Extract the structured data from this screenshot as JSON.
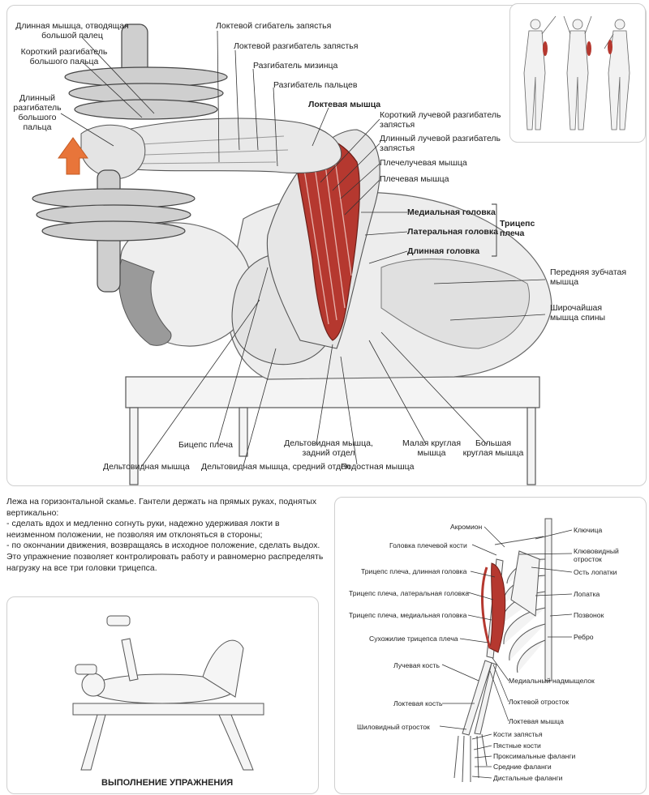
{
  "main_labels": {
    "extensor_pollicis_brevis_abductor": "Длинная мышца, отводящая большой палец",
    "extensor_pollicis_brevis": "Короткий разгибатель большого пальца",
    "extensor_pollicis_longus": "Длинный разгибатель большого пальца",
    "flexor_carpi_ulnaris": "Локтевой сгибатель запястья",
    "extensor_carpi_ulnaris": "Локтевой разгибатель запястья",
    "extensor_digiti_minimi": "Разгибатель мизинца",
    "extensor_digitorum": "Разгибатель пальцев",
    "anconeus": "Локтевая мышца",
    "ecrb": "Короткий лучевой разгибатель запястья",
    "ecrl": "Длинный лучевой разгибатель запястья",
    "brachioradialis": "Плечелучевая мышца",
    "brachialis": "Плечевая мышца",
    "medial_head": "Медиальная головка",
    "lateral_head": "Латеральная головка",
    "long_head": "Длинная головка",
    "triceps": "Трицепс плеча",
    "serratus": "Передняя зубчатая мышца",
    "latissimus": "Широчайшая мышца спины",
    "biceps": "Бицепс плеча",
    "deltoid": "Дельтовидная мышца",
    "deltoid_middle": "Дельтовидная мышца, средний отдел",
    "deltoid_posterior": "Дельтовидная мышца, задний отдел",
    "infraspinatus": "Подостная мышца",
    "teres_minor": "Малая круглая мышца",
    "teres_major": "Большая круглая мышца"
  },
  "description": {
    "intro": "Лежа на горизонтальной скамье. Гантели держать на прямых руках, поднятых вертикально:",
    "step1": "-  сделать вдох и медленно согнуть руки, надежно удерживая локти в неизменном положении, не позволяя им отклоняться в стороны;",
    "step2": "-  по окончании движения, возвращаясь в исходное положение, сделать выдох.",
    "outro": "Это упражнение позволяет контролировать работу и равномерно распределять нагрузку на все три головки трицепса."
  },
  "exercise_caption": "ВЫПОЛНЕНИЕ УПРАЖНЕНИЯ",
  "skeleton_labels": {
    "acromion": "Акромион",
    "humeral_head": "Головка плечевой кости",
    "triceps_long": "Трицепс плеча, длинная головка",
    "triceps_lateral": "Трицепс плеча, латеральная головка",
    "triceps_medial": "Трицепс плеча, медиальная головка",
    "triceps_tendon": "Сухожилие трицепса плеча",
    "radius": "Лучевая кость",
    "ulna": "Локтевая кость",
    "styloid": "Шиловидный отросток",
    "clavicle": "Ключица",
    "coracoid": "Клювовидный отросток",
    "scapular_spine": "Ость лопатки",
    "scapula": "Лопатка",
    "vertebra": "Позвонок",
    "rib": "Ребро",
    "medial_epicondyle": "Медиальный надмыщелок",
    "olecranon": "Локтевой отросток",
    "anconeus": "Локтевая мышца",
    "carpals": "Кости запястья",
    "metacarpals": "Пястные кости",
    "proximal": "Проксимальные фаланги",
    "middle": "Средние фаланги",
    "distal": "Дистальные фаланги"
  },
  "colors": {
    "muscle_red": "#b5382f",
    "line": "#333333",
    "panel_border": "#cfcfcf",
    "arrow": "#e8753a"
  }
}
